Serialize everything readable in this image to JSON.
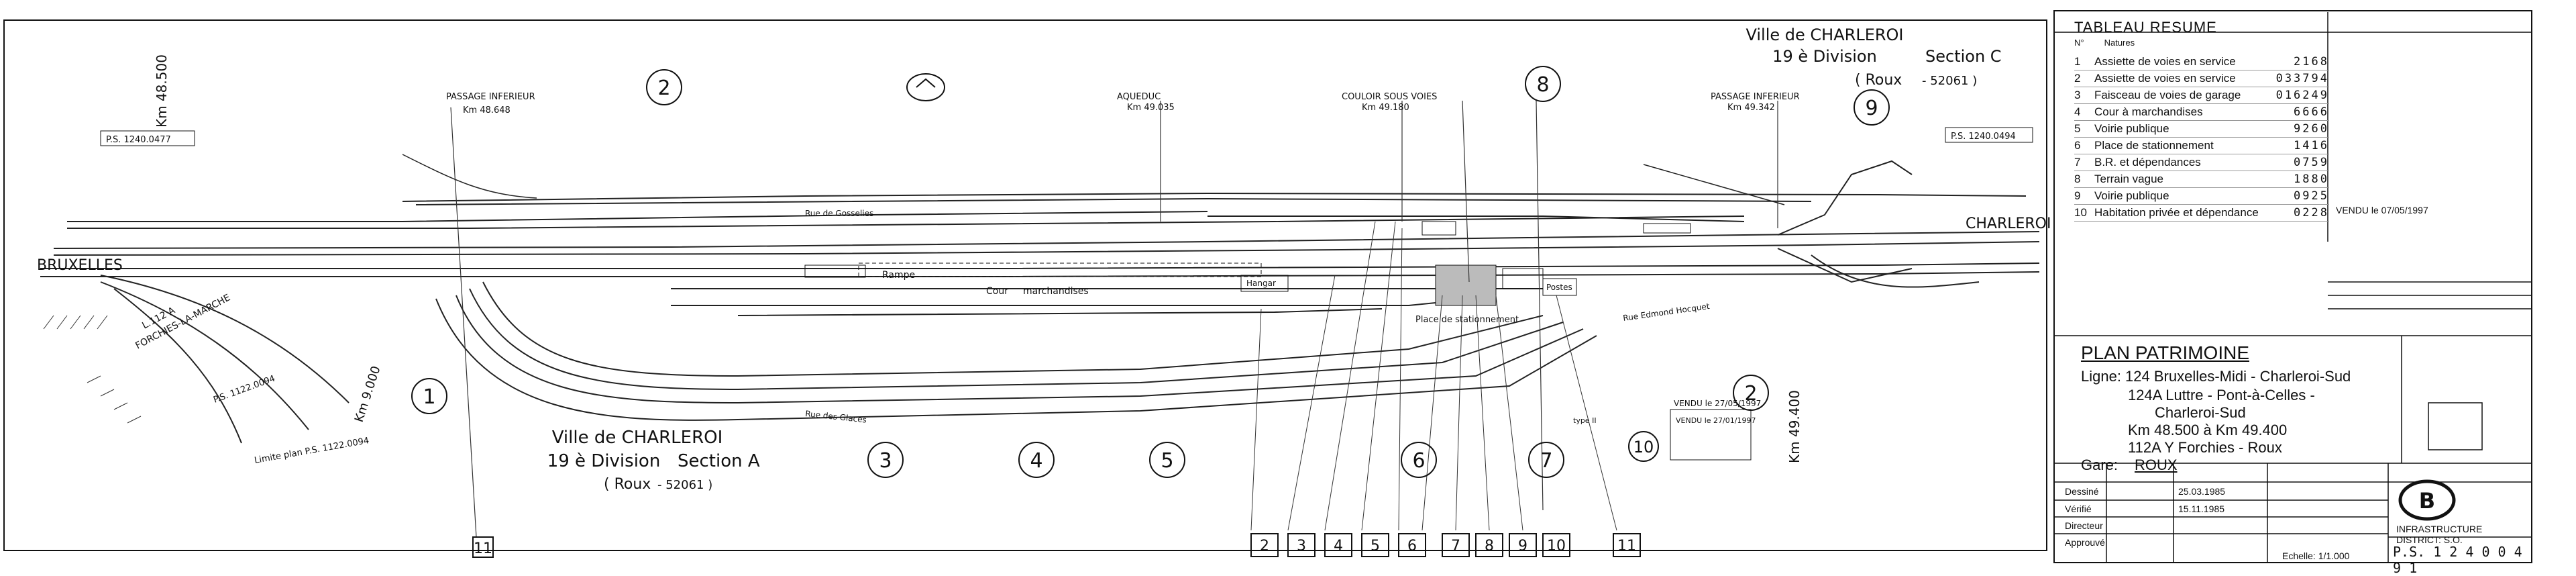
{
  "drawing": {
    "city_top": "Ville de CHARLEROI",
    "division_top": "19 è Division",
    "section_top": "Section C",
    "roux_top": "( Roux",
    "roux_top_code": "- 52061 )",
    "city_bottom": "Ville de CHARLEROI",
    "division_bottom": "19 è Division",
    "section_bottom": "Section A",
    "roux_bottom": "( Roux",
    "roux_bottom_code": "- 52061 )",
    "bruxelles": "BRUXELLES",
    "charleroi": "CHARLEROI",
    "km_left": "Km 48.500",
    "km_right": "Km 49.400",
    "km_900": "Km 9.000",
    "passage_inf_left": "PASSAGE INFERIEUR",
    "passage_inf_left_km": "Km 48.648",
    "aqueduc": "AQUEDUC",
    "aqueduc_km": "Km 49.035",
    "couloir": "COULOIR SOUS VOIES",
    "couloir_km": "Km 49.180",
    "passage_inf_right": "PASSAGE INFERIEUR",
    "passage_inf_right_km": "Km 49.342",
    "ps_left": "P.S. 1240.0477",
    "ps_right": "P.S. 1240.0494",
    "ps_1122": "P.S. 1122.0094",
    "limite": "Limite plan P.S. 1122.0094",
    "rue_gosselies": "Rue de Gosselies",
    "rue_glaces": "Rue des Glaces",
    "rue_hocquet": "Rue Edmond Hocquet",
    "forchies": "FORCHIES-LA-MARCHE",
    "l112a": "L.112 A",
    "cour": "Cour",
    "marchandises": "marchandises",
    "rampe": "Rampe",
    "hangar": "Hangar",
    "place_stationnement": "Place de stationnement",
    "postes": "Postes",
    "vendu_top": "VENDU le 27/05/1997",
    "vendu_box": "VENDU le 27/01/1997",
    "type_ii": "type II",
    "circles_top": [
      "2",
      "8",
      "9"
    ],
    "circles_bottom": [
      "1",
      "3",
      "4",
      "5",
      "6",
      "7",
      "2",
      "10"
    ],
    "boxes": [
      "2",
      "3",
      "4",
      "5",
      "6",
      "7",
      "8",
      "9",
      "10",
      "11"
    ],
    "box_single": "11"
  },
  "resume": {
    "title": "TABLEAU RESUME",
    "col_no": "N°",
    "col_nature": "Natures",
    "rows": [
      {
        "n": "1",
        "t": "Assiette de voies en service",
        "v": "2168"
      },
      {
        "n": "2",
        "t": "Assiette de voies en service",
        "v": "033794"
      },
      {
        "n": "3",
        "t": "Faisceau de voies de garage",
        "v": "016249"
      },
      {
        "n": "4",
        "t": "Cour à marchandises",
        "v": "6666"
      },
      {
        "n": "5",
        "t": "Voirie publique",
        "v": "9260"
      },
      {
        "n": "6",
        "t": "Place de stationnement",
        "v": "1416"
      },
      {
        "n": "7",
        "t": "B.R. et dépendances",
        "v": "0759"
      },
      {
        "n": "8",
        "t": "Terrain vague",
        "v": "1880"
      },
      {
        "n": "9",
        "t": "Voirie publique",
        "v": "0925"
      },
      {
        "n": "10",
        "t": "Habitation privée et dépendance",
        "v": "0228"
      }
    ],
    "vendu_note": "VENDU le 07/05/1997"
  },
  "patrimoine": {
    "title": "PLAN PATRIMOINE",
    "ligne": "Ligne: 124  Bruxelles-Midi - Charleroi-Sud",
    "l124a": "124A  Luttre - Pont-à-Celles -",
    "l124a2": "Charleroi-Sud",
    "km": "Km 48.500 à Km 49.400",
    "l112a": "112A  Y Forchies - Roux",
    "gare_label": "Gare:",
    "gare": "ROUX",
    "dessine": "Dessiné",
    "verifie": "Vérifié",
    "directeur": "Directeur",
    "approuve": "Approuvé",
    "dates": [
      "25.03.1985",
      "15.11.1985"
    ],
    "infrastructure": "INFRASTRUCTURE",
    "district": "DISTRICT: S.O.",
    "echelle": "Echelle: 1/1.000",
    "number": "P.S. 1 2 4 0 0 4 9 1"
  }
}
